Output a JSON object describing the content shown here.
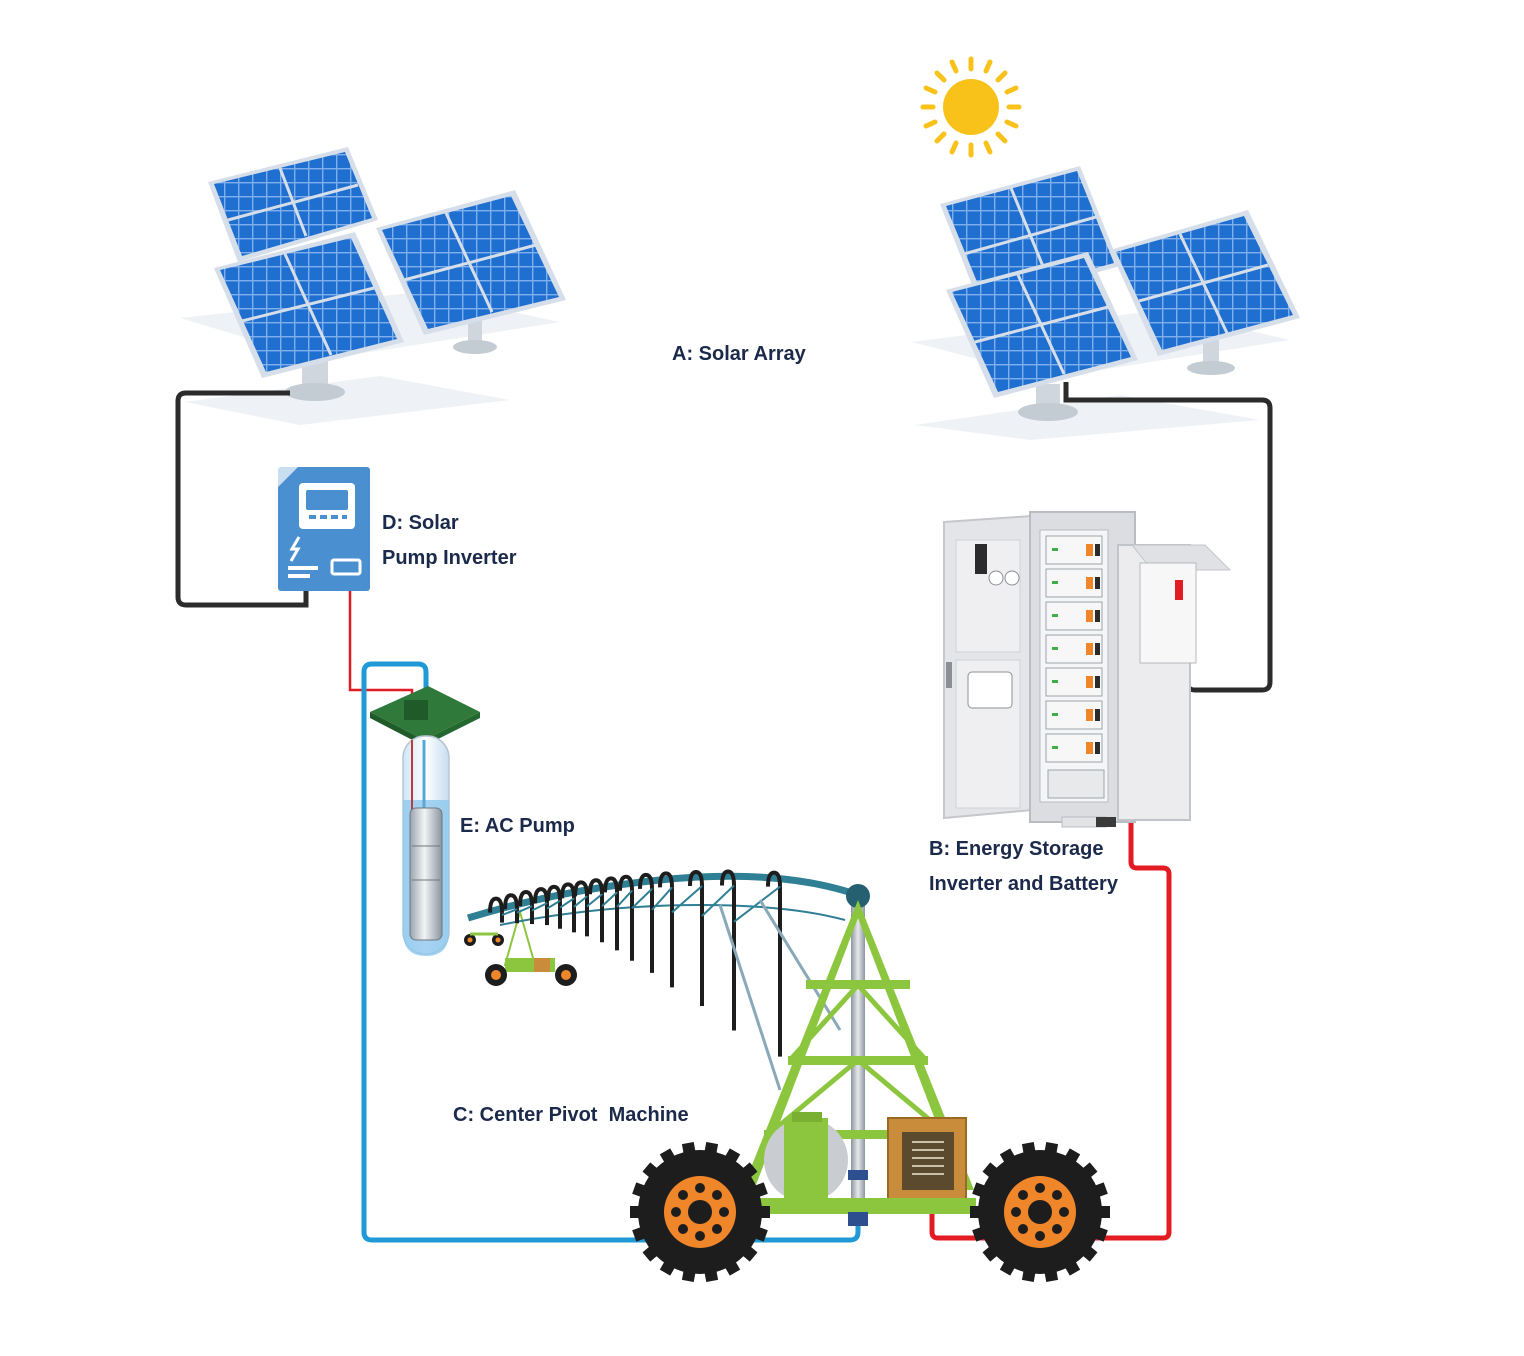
{
  "labels": {
    "solar_array": "A: Solar Array",
    "solar_pump_inverter_line1": "D: Solar",
    "solar_pump_inverter_line2": "Pump Inverter",
    "ac_pump": "E: AC Pump",
    "energy_storage_line1": "B: Energy Storage",
    "energy_storage_line2": "Inverter and Battery",
    "center_pivot": "C: Center Pivot  Machine"
  },
  "colors": {
    "panel_blue": "#1f6fd1",
    "panel_frame": "#c9d4e2",
    "dc_cable": "#2b2b2b",
    "ac_cable": "#e31b23",
    "water_pipe": "#1f9ad6",
    "sun": "#f9c21a",
    "inverter_blue": "#4a90d0",
    "pivot_green": "#8cc63f",
    "pivot_arm": "#2f7f95",
    "tire": "#1d1d1d",
    "hub": "#f0862a",
    "cabinet": "#e8e8ea"
  },
  "icons": [
    "sun-icon",
    "solar-panel-icon",
    "inverter-icon",
    "battery-cabinet-icon",
    "submersible-pump-icon",
    "center-pivot-icon"
  ]
}
